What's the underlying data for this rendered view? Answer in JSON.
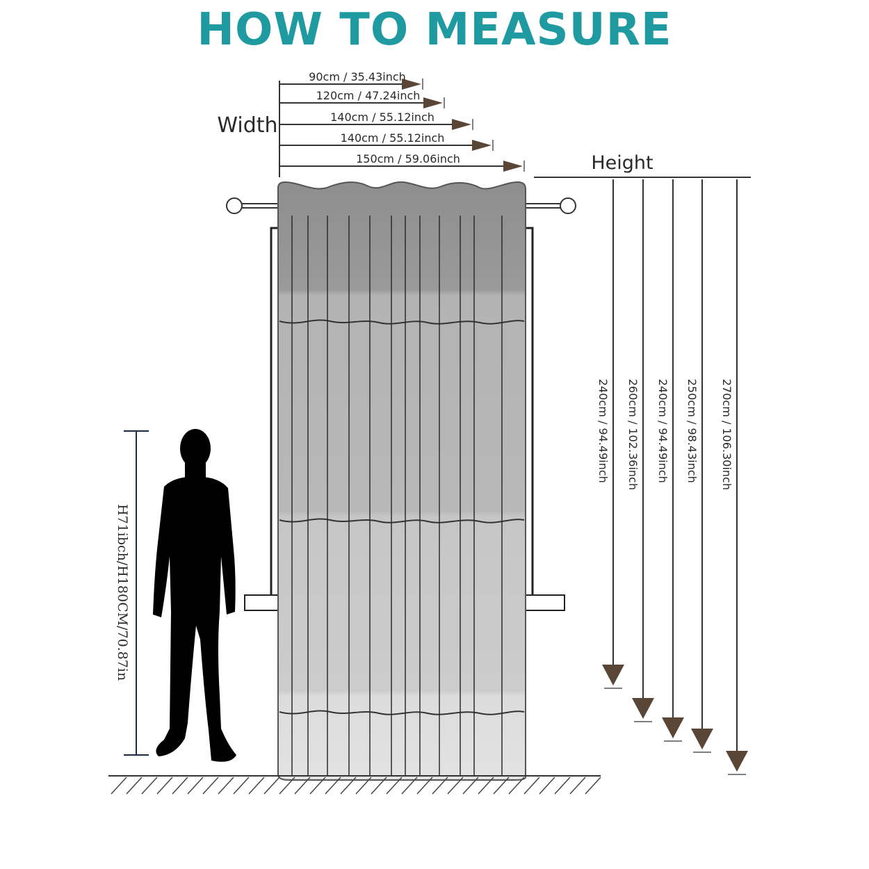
{
  "title": "HOW TO MEASURE",
  "width_label": "Width",
  "height_label": "Height",
  "width_options": [
    "90cm / 35.43inch",
    "120cm / 47.24inch",
    "140cm / 55.12inch",
    "140cm / 55.12inch",
    "150cm / 59.06inch"
  ],
  "height_options": [
    "240cm / 94.49inch",
    "260cm / 102.36inch",
    "240cm / 94.49inch",
    "250cm / 98.43inch",
    "270cm / 106.30inch"
  ],
  "person_height_label": "H71ibch/H180CM/70.87in",
  "colors": {
    "title": "#1f9aa0",
    "arrow": "#5a4636",
    "curtain": "#9a9a9a",
    "silhouette": "#000000",
    "line": "#333333"
  }
}
